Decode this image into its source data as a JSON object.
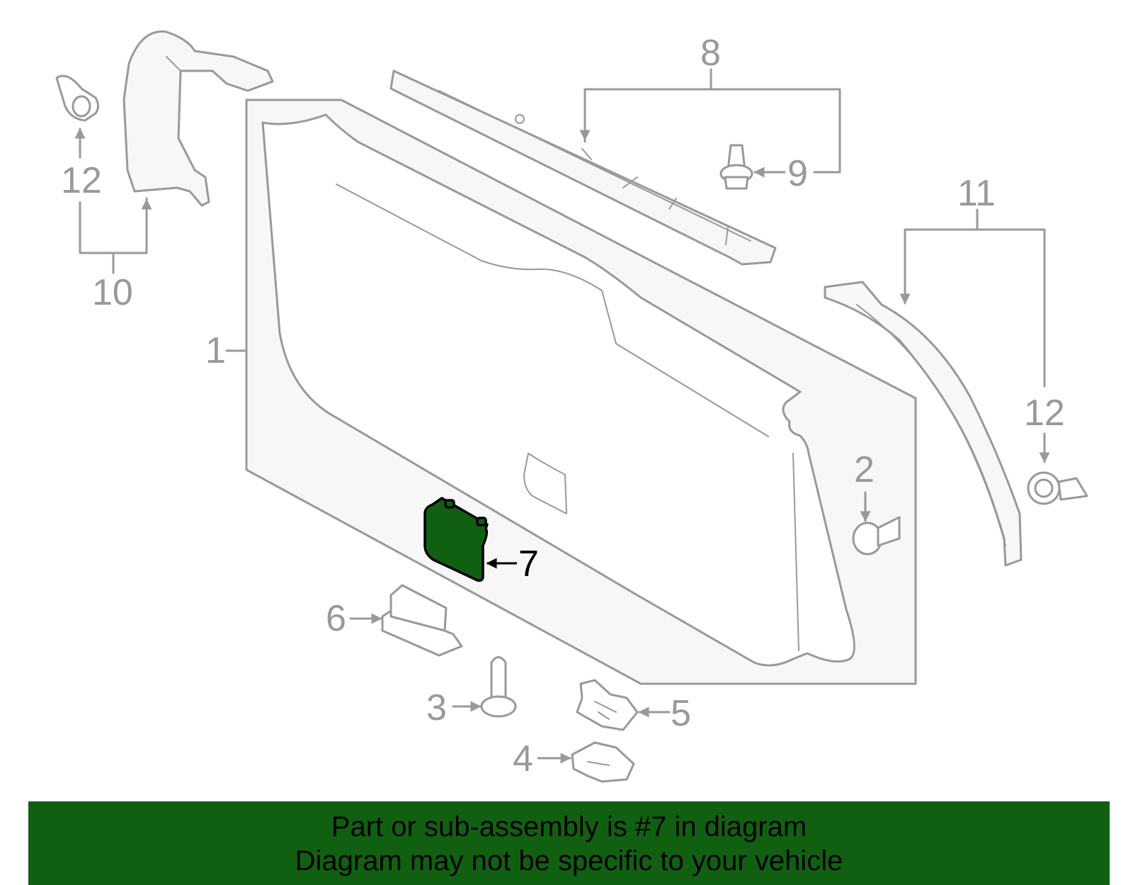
{
  "diagram": {
    "callouts": {
      "c1": "1",
      "c2": "2",
      "c3": "3",
      "c4": "4",
      "c5": "5",
      "c6": "6",
      "c7": "7",
      "c8": "8",
      "c9": "9",
      "c10": "10",
      "c11": "11",
      "c12_left": "12",
      "c12_right": "12"
    },
    "highlighted_part": "7",
    "colors": {
      "highlight": "#116011",
      "outline": "#999999",
      "panel_fill": "#f7f7f7"
    }
  },
  "banner": {
    "line1": "Part or sub-assembly is #7 in diagram",
    "line2": "Diagram may not be specific to your vehicle"
  }
}
